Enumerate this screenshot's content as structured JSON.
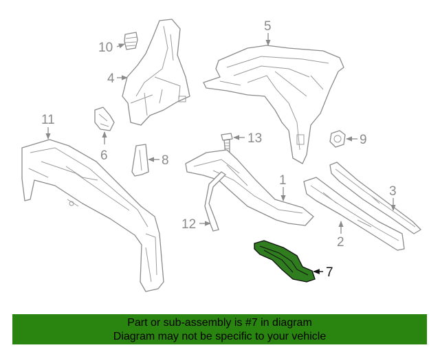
{
  "diagram": {
    "callouts": {
      "c1": "1",
      "c2": "2",
      "c3": "3",
      "c4": "4",
      "c5": "5",
      "c6": "6",
      "c7": "7",
      "c8": "8",
      "c9": "9",
      "c10": "10",
      "c11": "11",
      "c12": "12",
      "c13": "13"
    },
    "highlighted_part": "7",
    "highlight_color": "#2f7d1e"
  },
  "banner": {
    "line1": "Part or sub-assembly is #7 in diagram",
    "line2": "Diagram may not be specific to your vehicle",
    "background": "#2a8410"
  }
}
